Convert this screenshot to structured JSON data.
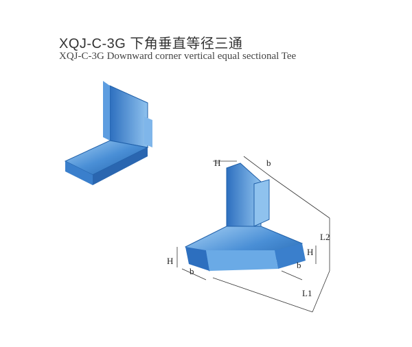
{
  "title_cn": "XQJ-C-3G 下角垂直等径三通",
  "title_en": "XQJ-C-3G Downward corner vertical equal sectional Tee",
  "dimensions": {
    "h_top": "H",
    "b_top": "b",
    "l2": "L2",
    "h_left": "H",
    "b_left": "b",
    "h_right": "H",
    "b_right": "b",
    "l1": "L1"
  },
  "colors": {
    "metal": "#4a8fd6",
    "metal_light": "#9cc8f0",
    "metal_dark": "#1f5fa8"
  }
}
